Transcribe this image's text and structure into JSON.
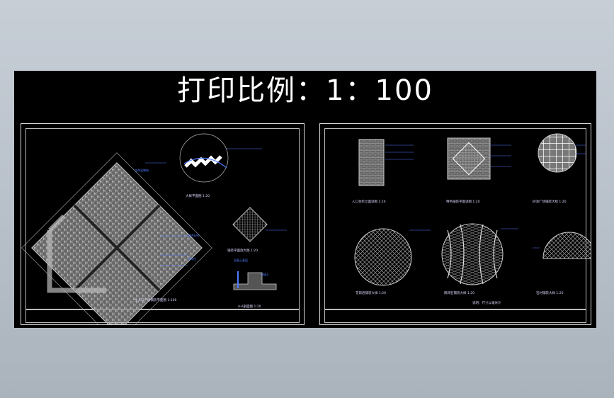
{
  "title": "打印比例：1：100",
  "colors": {
    "background": "#000000",
    "frame": "#d8d8d8",
    "label": "#4f7bff",
    "hatch": "#aaaaaa"
  },
  "left_sheet": {
    "captions": [
      "主入口广场铺装平面图 1:100",
      "大样平面图 1:20",
      "铺装平面放大图 1:20",
      "A-A剖面图 1:20"
    ],
    "labels": [
      "花岗岩铺装",
      "碎拼石材",
      "停车位",
      "混凝土基层",
      "回填土"
    ]
  },
  "right_sheet": {
    "captions": [
      "入口台阶立面详图 1:20",
      "特色铺装平面详图 1:20",
      "树池广场铺装大样 1:20",
      "花岗岩铺装大样 1:20",
      "鹅卵石铺装大样 1:20",
      "石材铺装大样 1:20"
    ],
    "note": "说明：尺寸以毫米计"
  }
}
